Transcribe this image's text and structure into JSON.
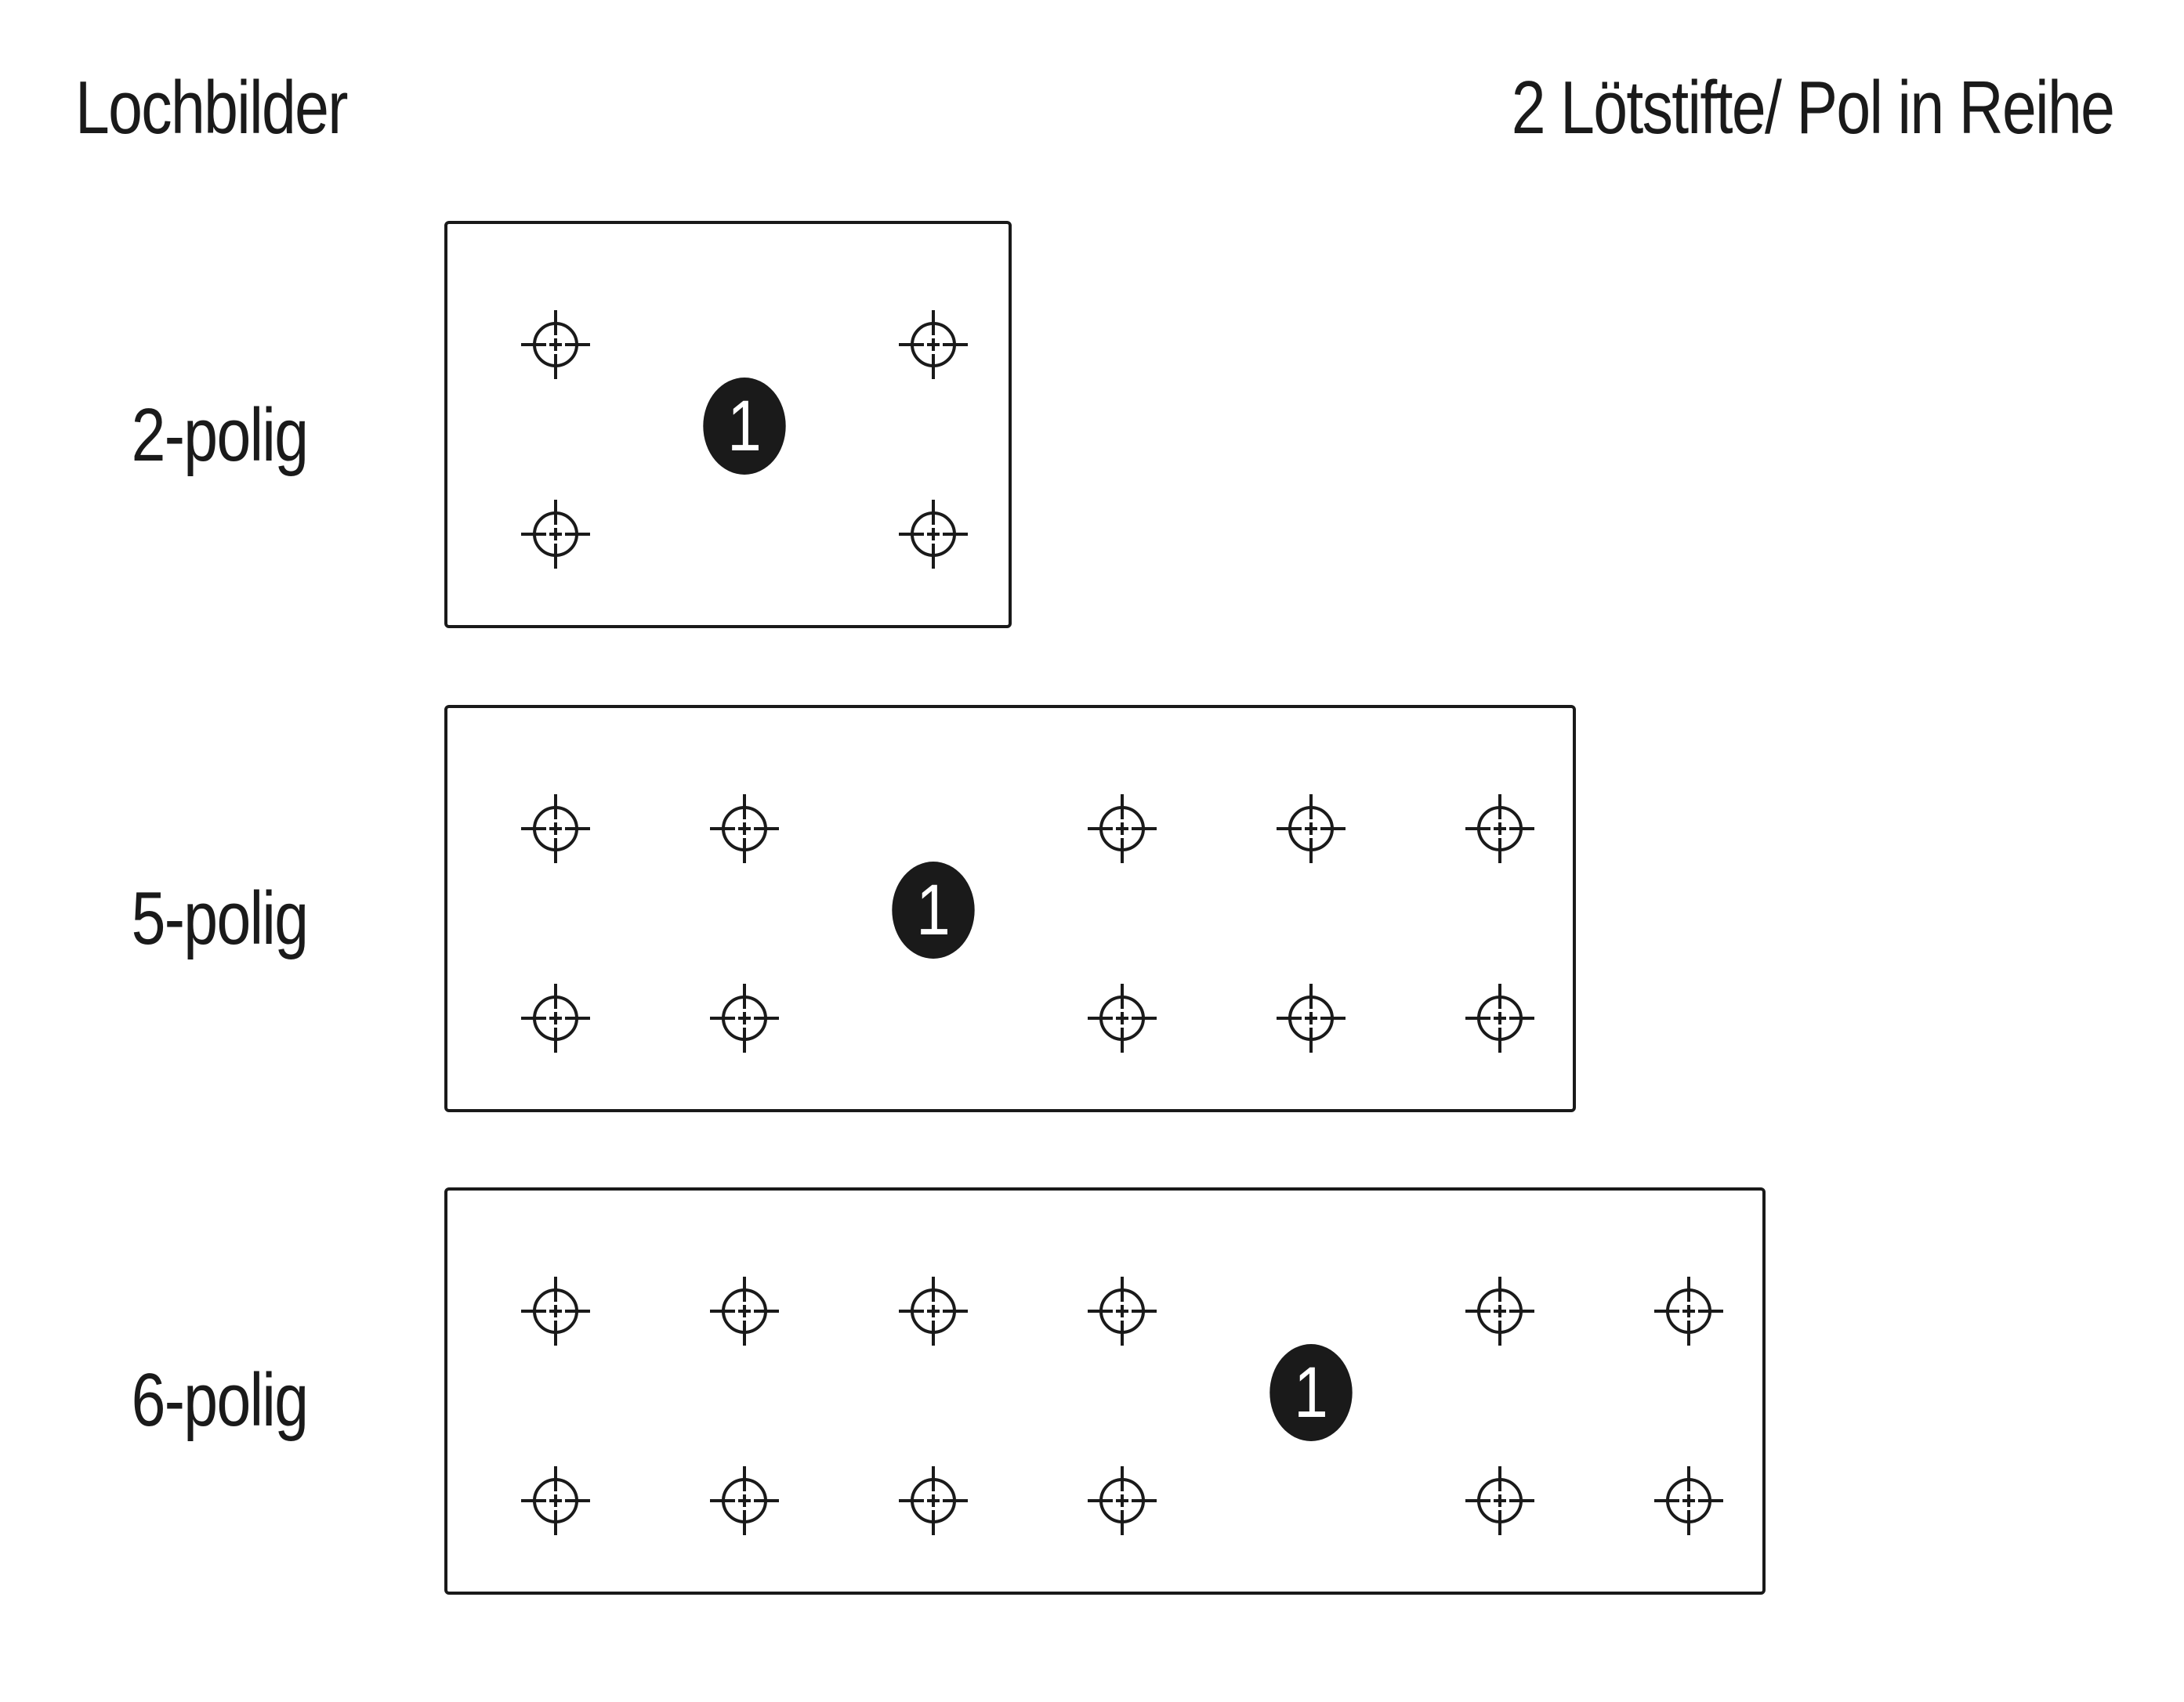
{
  "header": {
    "title_left": "Lochbilder",
    "title_right": "2 Lötstifte/ Pol in Reihe"
  },
  "icons": {
    "hole": "crosshair-hole-icon",
    "marker": "pin-1-marker"
  },
  "colors": {
    "ink": "#1a1a1a",
    "background": "#ffffff",
    "marker_text": "#ffffff"
  },
  "layouts": [
    {
      "label": "2-polig",
      "columns": 3,
      "holes_top": [
        true,
        false,
        true
      ],
      "holes_bottom": [
        true,
        false,
        true
      ],
      "marker_label": "1"
    },
    {
      "label": "5-polig",
      "columns": 6,
      "holes_top": [
        true,
        true,
        false,
        true,
        true,
        true
      ],
      "holes_bottom": [
        true,
        true,
        false,
        true,
        true,
        true
      ],
      "marker_label": "1"
    },
    {
      "label": "6-polig",
      "columns": 7,
      "holes_top": [
        true,
        true,
        true,
        true,
        false,
        true,
        true
      ],
      "holes_bottom": [
        true,
        true,
        true,
        true,
        false,
        true,
        true
      ],
      "marker_label": "1"
    }
  ]
}
